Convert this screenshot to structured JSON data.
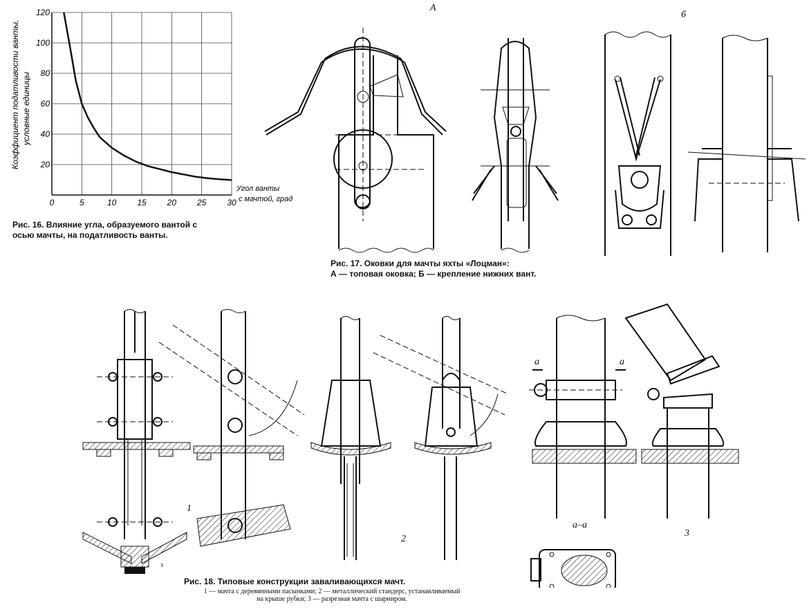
{
  "fig16": {
    "chart_data": {
      "type": "line",
      "ylabel_line1": "Коэффициент податливости ванты,",
      "ylabel_line2": "условные единицы",
      "xlabel_line1": "Угол ванты",
      "xlabel_line2": "с мачтой, град",
      "x_ticks": [
        "0",
        "5",
        "10",
        "15",
        "20",
        "25",
        "30"
      ],
      "y_ticks": [
        "20",
        "40",
        "60",
        "80",
        "100",
        "120"
      ],
      "xlim": [
        0,
        30
      ],
      "ylim": [
        0,
        120
      ],
      "grid": true,
      "series": [
        {
          "x": [
            2,
            3,
            4,
            5,
            6,
            7,
            8,
            10,
            12,
            14,
            16,
            18,
            20,
            22,
            24,
            26,
            28,
            30
          ],
          "y": [
            120,
            98,
            75,
            60,
            51,
            44,
            38,
            31,
            26,
            22,
            19,
            17,
            15,
            13.5,
            12,
            11,
            10.3,
            9.8
          ]
        }
      ]
    },
    "caption": "Рис. 16. Влияние угла, образуемого вантой с осью мачты, на податливость ванты."
  },
  "fig17": {
    "label_a": "A",
    "label_b": "б",
    "caption_line1": "Рис. 17. Оковки для мачты яхты «Лоцман»:",
    "caption_line2": "А — топовая оковка; Б — крепление нижних вант."
  },
  "fig18": {
    "label_1": "1",
    "label_2": "2",
    "label_3": "3",
    "label_aa": "а–а",
    "label_a_left": "а",
    "label_a_right": "а",
    "label_small_3": "з",
    "caption": "Рис. 18. Типовые конструкции заваливающихся мачт.",
    "legend_line1": "1 — мачта с деревянными пасынками; 2 — металлический стандерс, устанавливаемый",
    "legend_line2": "на крыше рубки; 3 — разрезная мачта с шарниром."
  }
}
